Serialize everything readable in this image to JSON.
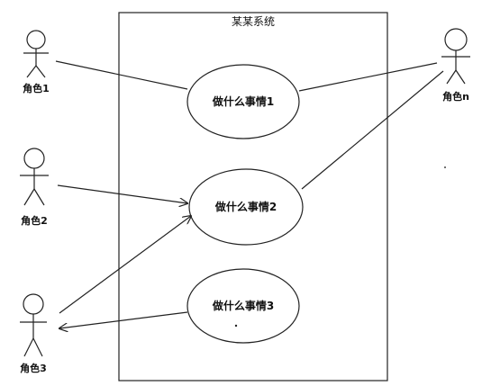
{
  "system": {
    "title": "某某系统"
  },
  "actors": [
    {
      "id": "a1",
      "label": "角色1"
    },
    {
      "id": "a2",
      "label": "角色2"
    },
    {
      "id": "a3",
      "label": "角色3"
    },
    {
      "id": "an",
      "label": "角色n"
    }
  ],
  "use_cases": [
    {
      "id": "u1",
      "label": "做什么事情1"
    },
    {
      "id": "u2",
      "label": "做什么事情2"
    },
    {
      "id": "u3",
      "label": "做什么事情3"
    }
  ],
  "colors": {
    "line": "#222222",
    "text": "#111111",
    "background": "#ffffff"
  }
}
